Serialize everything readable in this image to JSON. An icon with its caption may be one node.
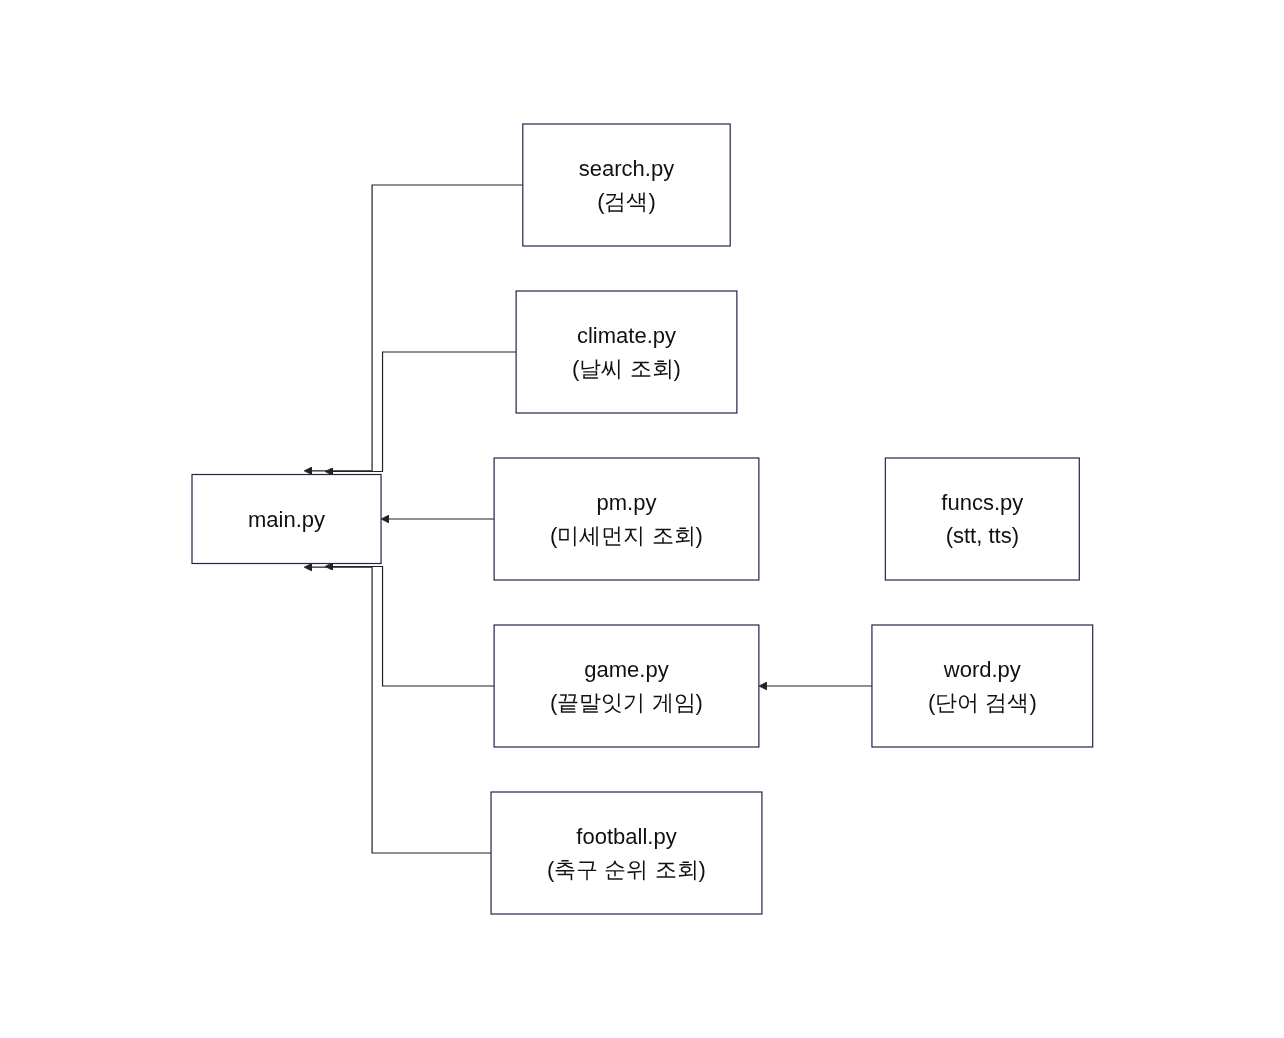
{
  "diagram": {
    "nodes": [
      {
        "text": [
          "search.py",
          "(검색)"
        ]
      },
      {
        "text": [
          "funcs.py",
          "(stt, tts)"
        ]
      },
      {
        "text": [
          "climate.py",
          "(날씨 조회)"
        ]
      },
      {
        "text": [
          "main.py"
        ]
      },
      {
        "text": [
          "pm.py",
          "(미세먼지 조회)"
        ]
      },
      {
        "text": [
          "game.py",
          "(끝말잇기 게임)"
        ]
      },
      {
        "text": [
          "word.py",
          "(단어 검색)"
        ]
      },
      {
        "text": [
          "football.py",
          "(축구 순위 조회)"
        ]
      }
    ],
    "edges": [
      {
        "from": 0,
        "to": 3,
        "arrow": "to"
      },
      {
        "from": 2,
        "to": 3,
        "arrow": "to"
      },
      {
        "from": 4,
        "to": 3,
        "arrow": "to"
      },
      {
        "from": 5,
        "to": 3,
        "arrow": "to"
      },
      {
        "from": 7,
        "to": 3,
        "arrow": "to"
      },
      {
        "from": 6,
        "to": 5,
        "arrow": "to"
      }
    ]
  }
}
